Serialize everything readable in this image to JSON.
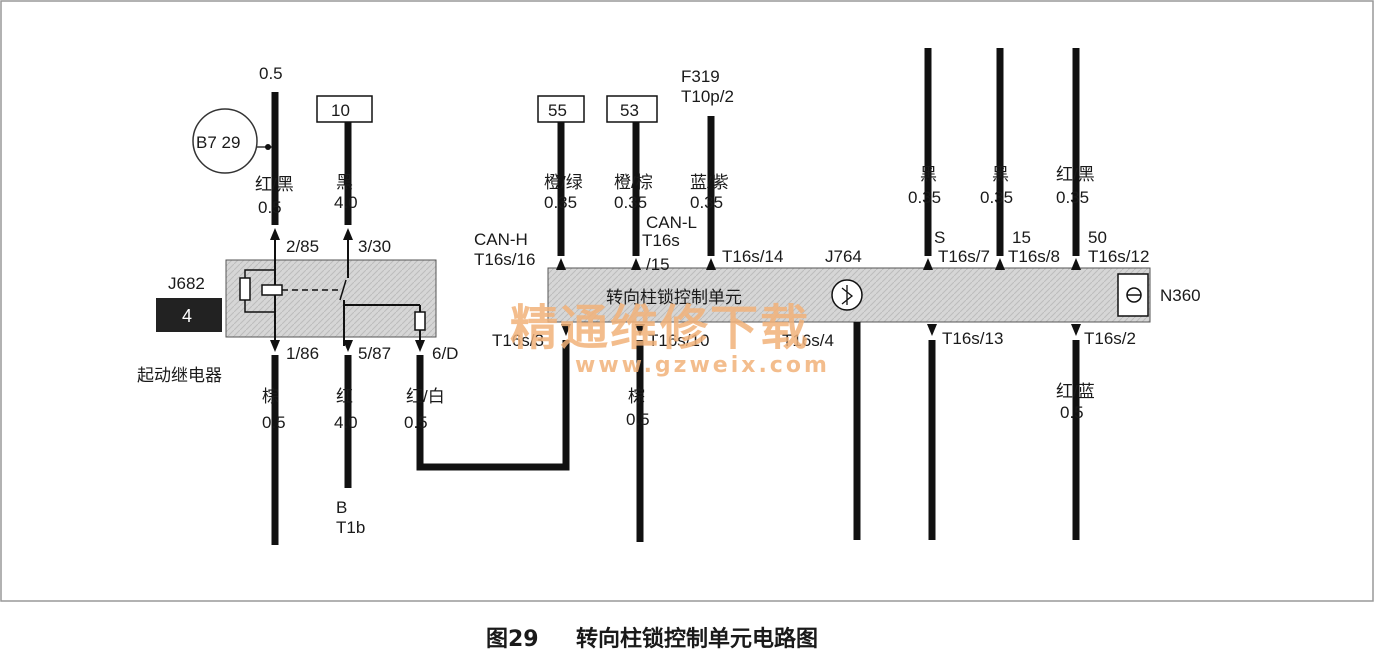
{
  "relay": {
    "circle_label": "B7 29",
    "top_size": "0.5",
    "id": "J682",
    "badge": "4",
    "name": "起动继电器"
  },
  "fuses": {
    "f10": "10",
    "f55": "55",
    "f53": "53"
  },
  "f319": {
    "line1": "F319",
    "line2": "T10p/2"
  },
  "wires": {
    "w1_top_color": "红/黑",
    "w1_top_size": "0.5",
    "w1_top_pin": "2/85",
    "w2_top_color": "黑",
    "w2_top_size": "4.0",
    "w2_top_pin": "3/30",
    "w1_bot_pin": "1/86",
    "w1_bot_color": "棕",
    "w1_bot_size": "0.5",
    "w2_bot_pin": "5/87",
    "w2_bot_color": "红",
    "w2_bot_size": "4.0",
    "w2_end1": "B",
    "w2_end2": "T1b",
    "w3_pin": "6/D",
    "w3_color": "红/白",
    "w3_size": "0.5",
    "w4_color": "橙/绿",
    "w4_size": "0.35",
    "w4_name": "CAN-H",
    "w4_pin": "T16s/16",
    "w5_color": "橙/棕",
    "w5_size": "0.35",
    "w5_name": "CAN-L",
    "w5_pin1": "T16s",
    "w5_pin2": "/15",
    "w6_color": "蓝/紫",
    "w6_size": "0.35",
    "w6_pin": "T16s/14",
    "w7_color": "黑",
    "w7_size": "0.35",
    "w7_name": "S",
    "w7_pin": "T16s/7",
    "w8_color": "黑",
    "w8_size": "0.35",
    "w8_name": "15",
    "w8_pin": "T16s/8",
    "w9_color": "红/黑",
    "w9_size": "0.35",
    "w9_name": "50",
    "w9_pin": "T16s/12",
    "b1_pin": "T16s/3",
    "b2_pin": "T16s/10",
    "b2_color": "棕",
    "b2_size": "0.5",
    "b3_pin": "T16s/4",
    "b4_pin": "T16s/13",
    "b5_pin": "T16s/2",
    "b5_color": "红/蓝",
    "b5_size": "0.5"
  },
  "control_unit": {
    "id": "J764",
    "label": "转向柱锁控制单元",
    "sensor": "N360"
  },
  "watermark": {
    "line1": "精通维修下载",
    "line2": "www.gzweix.com"
  },
  "caption": {
    "number": "图29",
    "title": "转向柱锁控制单元电路图"
  }
}
